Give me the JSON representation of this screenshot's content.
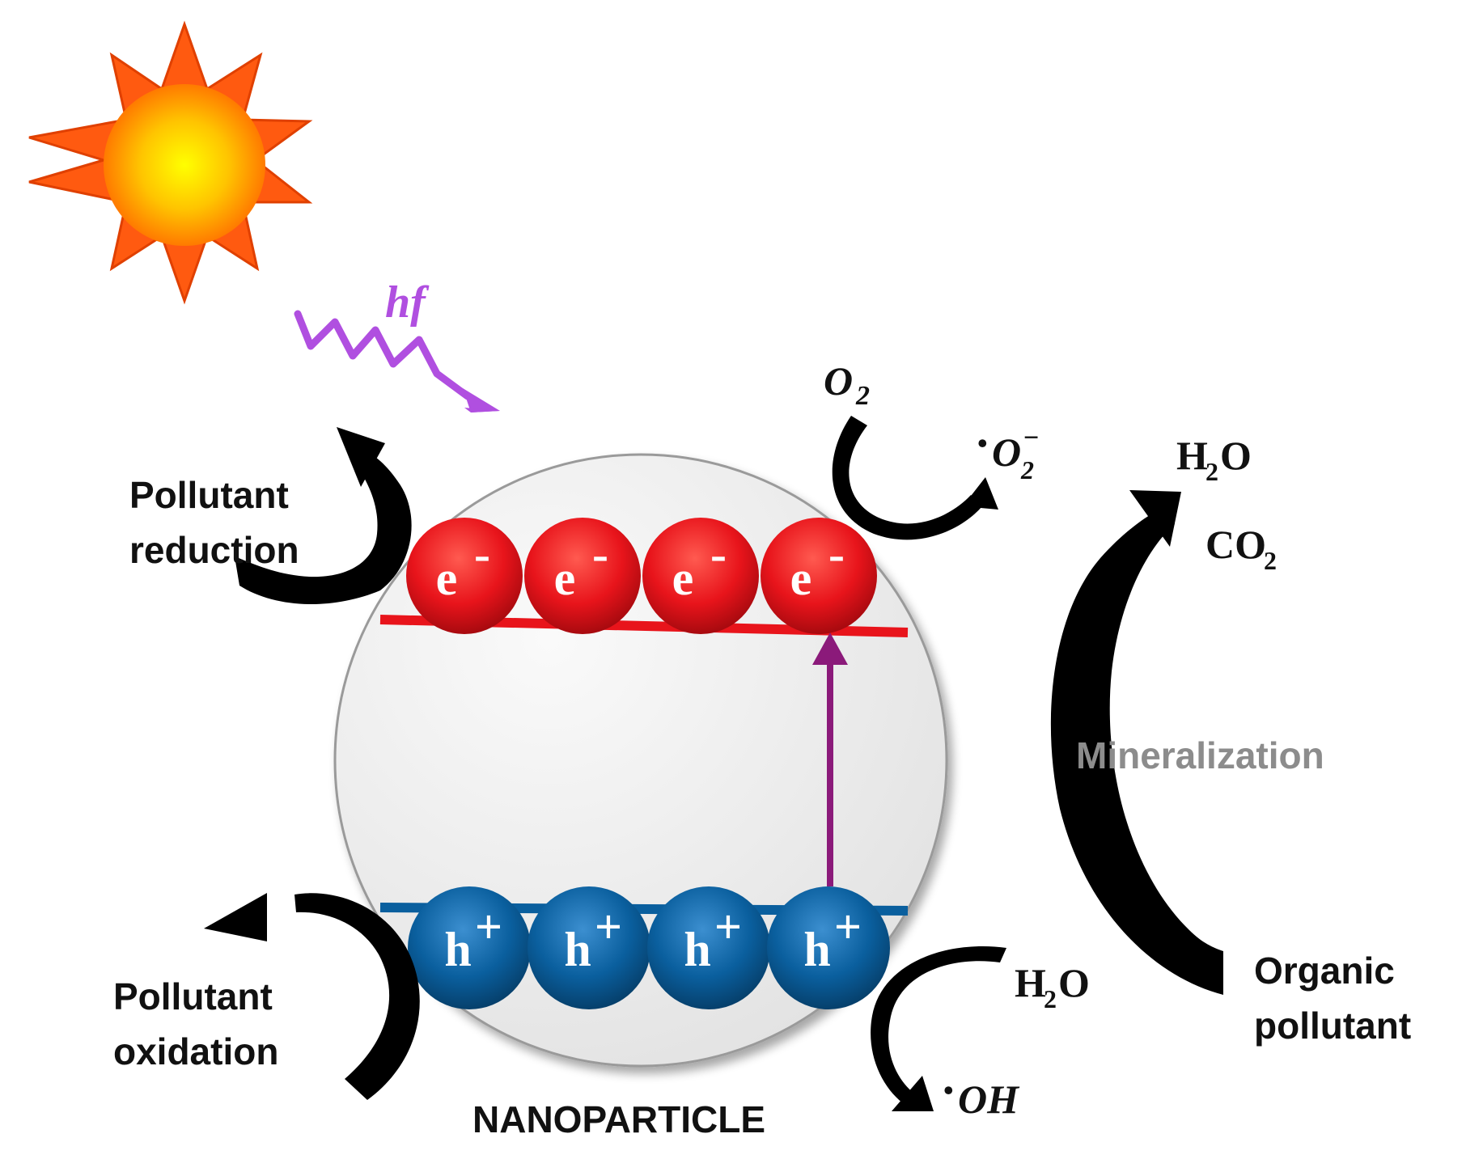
{
  "labels": {
    "photon": "hf",
    "pollutant_reduction_line1": "Pollutant",
    "pollutant_reduction_line2": "reduction",
    "pollutant_oxidation_line1": "Pollutant",
    "pollutant_oxidation_line2": "oxidation",
    "nanoparticle": "NANOPARTICLE",
    "mineralization": "Mineralization",
    "organic_pollutant_line1": "Organic",
    "organic_pollutant_line2": "pollutant"
  },
  "species": {
    "oxygen": {
      "base": "O",
      "sub": "2"
    },
    "superoxide": {
      "dot": "•",
      "base": "O",
      "sub": "2",
      "sup": "−"
    },
    "water_top": {
      "base1": "H",
      "sub": "2",
      "base2": "O"
    },
    "co2": {
      "base": "CO",
      "sub": "2"
    },
    "water_bottom": {
      "base1": "H",
      "sub": "2",
      "base2": "O"
    },
    "hydroxyl": {
      "dot": "•",
      "base": "OH"
    }
  },
  "carriers": {
    "electron": {
      "base": "e",
      "sup": "-"
    },
    "hole": {
      "base": "h",
      "sup": "+"
    }
  },
  "colors": {
    "electron": "#e8141b",
    "hole": "#0a5f9e",
    "photon": "#b04fe0",
    "excitation_arrow": "#8b1a7a",
    "mineralization_text": "#8c8c8c",
    "sun_ray": "#ff5a10",
    "sun_core": "#ffe600"
  }
}
